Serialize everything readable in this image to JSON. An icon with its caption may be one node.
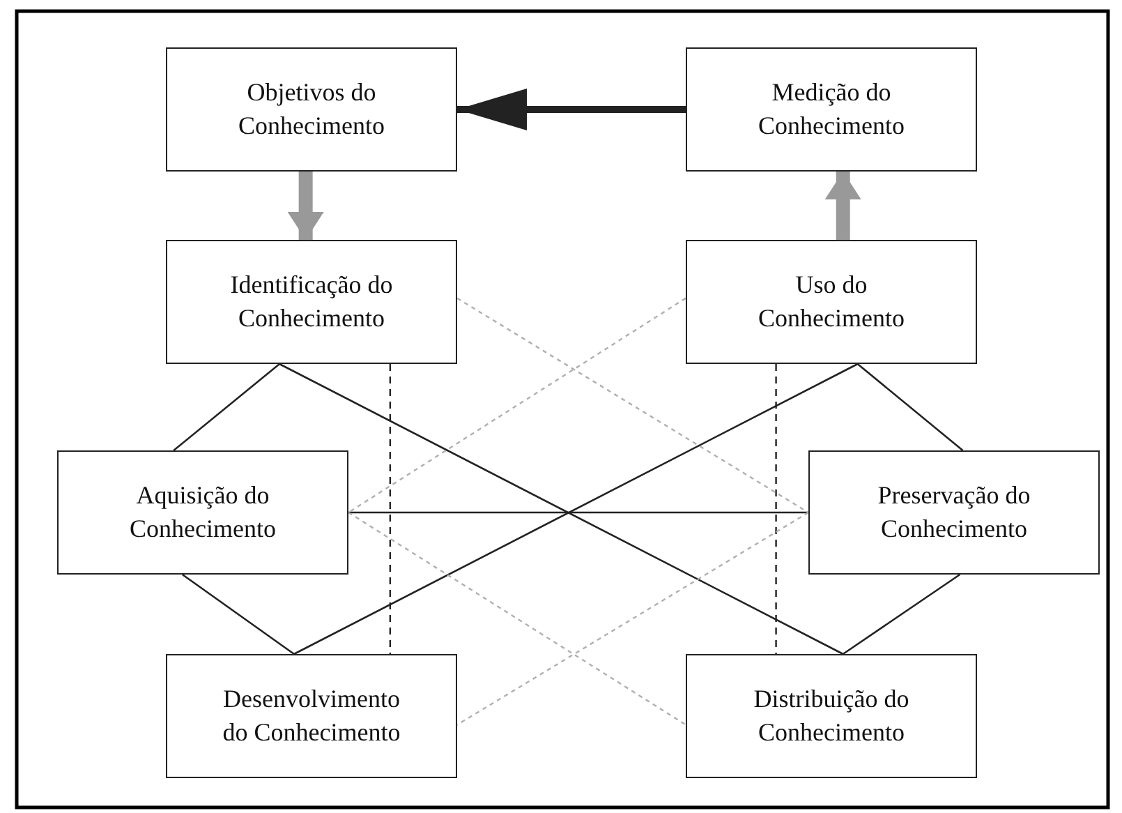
{
  "diagram": {
    "nodes": [
      {
        "text": [
          "Objetivos do Conhecimento"
        ]
      },
      {
        "text": [
          "Medição do Conhecimento"
        ]
      },
      {
        "text": [
          "Identificação do Conhecimento"
        ]
      },
      {
        "text": [
          "Uso do Conhecimento"
        ]
      },
      {
        "text": [
          "Aquisição do Conhecimento"
        ]
      },
      {
        "text": [
          "Preservação do Conhecimento"
        ]
      },
      {
        "text": [
          "Desenvolvimento do Conhecimento"
        ]
      },
      {
        "text": [
          "Distribuição do Conhecimento"
        ]
      }
    ],
    "edges": [
      {
        "from": 1,
        "to": 0,
        "arrow": "to",
        "style": "thick"
      },
      {
        "from": 0,
        "to": 2,
        "arrow": "to",
        "style": "thick",
        "color": "#999999"
      },
      {
        "from": 3,
        "to": 1,
        "arrow": "to",
        "style": "thick",
        "color": "#999999"
      },
      {
        "from": 2,
        "to": 4,
        "arrow": "none"
      },
      {
        "from": 2,
        "to": 7,
        "arrow": "none"
      },
      {
        "from": 3,
        "to": 5,
        "arrow": "none"
      },
      {
        "from": 3,
        "to": 6,
        "arrow": "none"
      },
      {
        "from": 4,
        "to": 5,
        "arrow": "none"
      },
      {
        "from": 4,
        "to": 6,
        "arrow": "none"
      },
      {
        "from": 5,
        "to": 7,
        "arrow": "none"
      },
      {
        "from": 2,
        "to": 6,
        "arrow": "none",
        "style": "dashed"
      },
      {
        "from": 3,
        "to": 7,
        "arrow": "none",
        "style": "dashed"
      },
      {
        "from": 2,
        "to": 5,
        "arrow": "none",
        "style": "dashed",
        "color": "#b0b0b0"
      },
      {
        "from": 3,
        "to": 4,
        "arrow": "none",
        "style": "dashed",
        "color": "#b0b0b0"
      },
      {
        "from": 4,
        "to": 7,
        "arrow": "none",
        "style": "dashed",
        "color": "#b0b0b0"
      },
      {
        "from": 5,
        "to": 6,
        "arrow": "none",
        "style": "dashed",
        "color": "#b0b0b0"
      }
    ]
  }
}
